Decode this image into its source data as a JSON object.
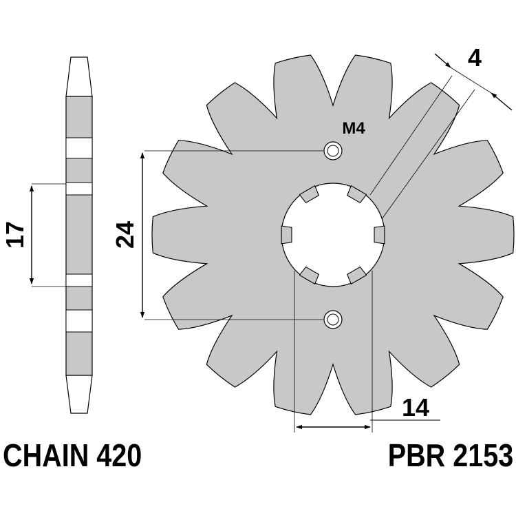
{
  "diagram": {
    "chain_label": "CHAIN 420",
    "part_code": "PBR 2153",
    "dimensions": {
      "hub_thickness": "17",
      "bolt_spacing": "24",
      "spline_width": "14",
      "tooth_width": "4",
      "bolt_thread": "M4"
    },
    "teeth_count": 14,
    "spline_count": 6,
    "colors": {
      "body_fill": "#c8c8c8",
      "line": "#000000",
      "background": "#ffffff"
    }
  }
}
